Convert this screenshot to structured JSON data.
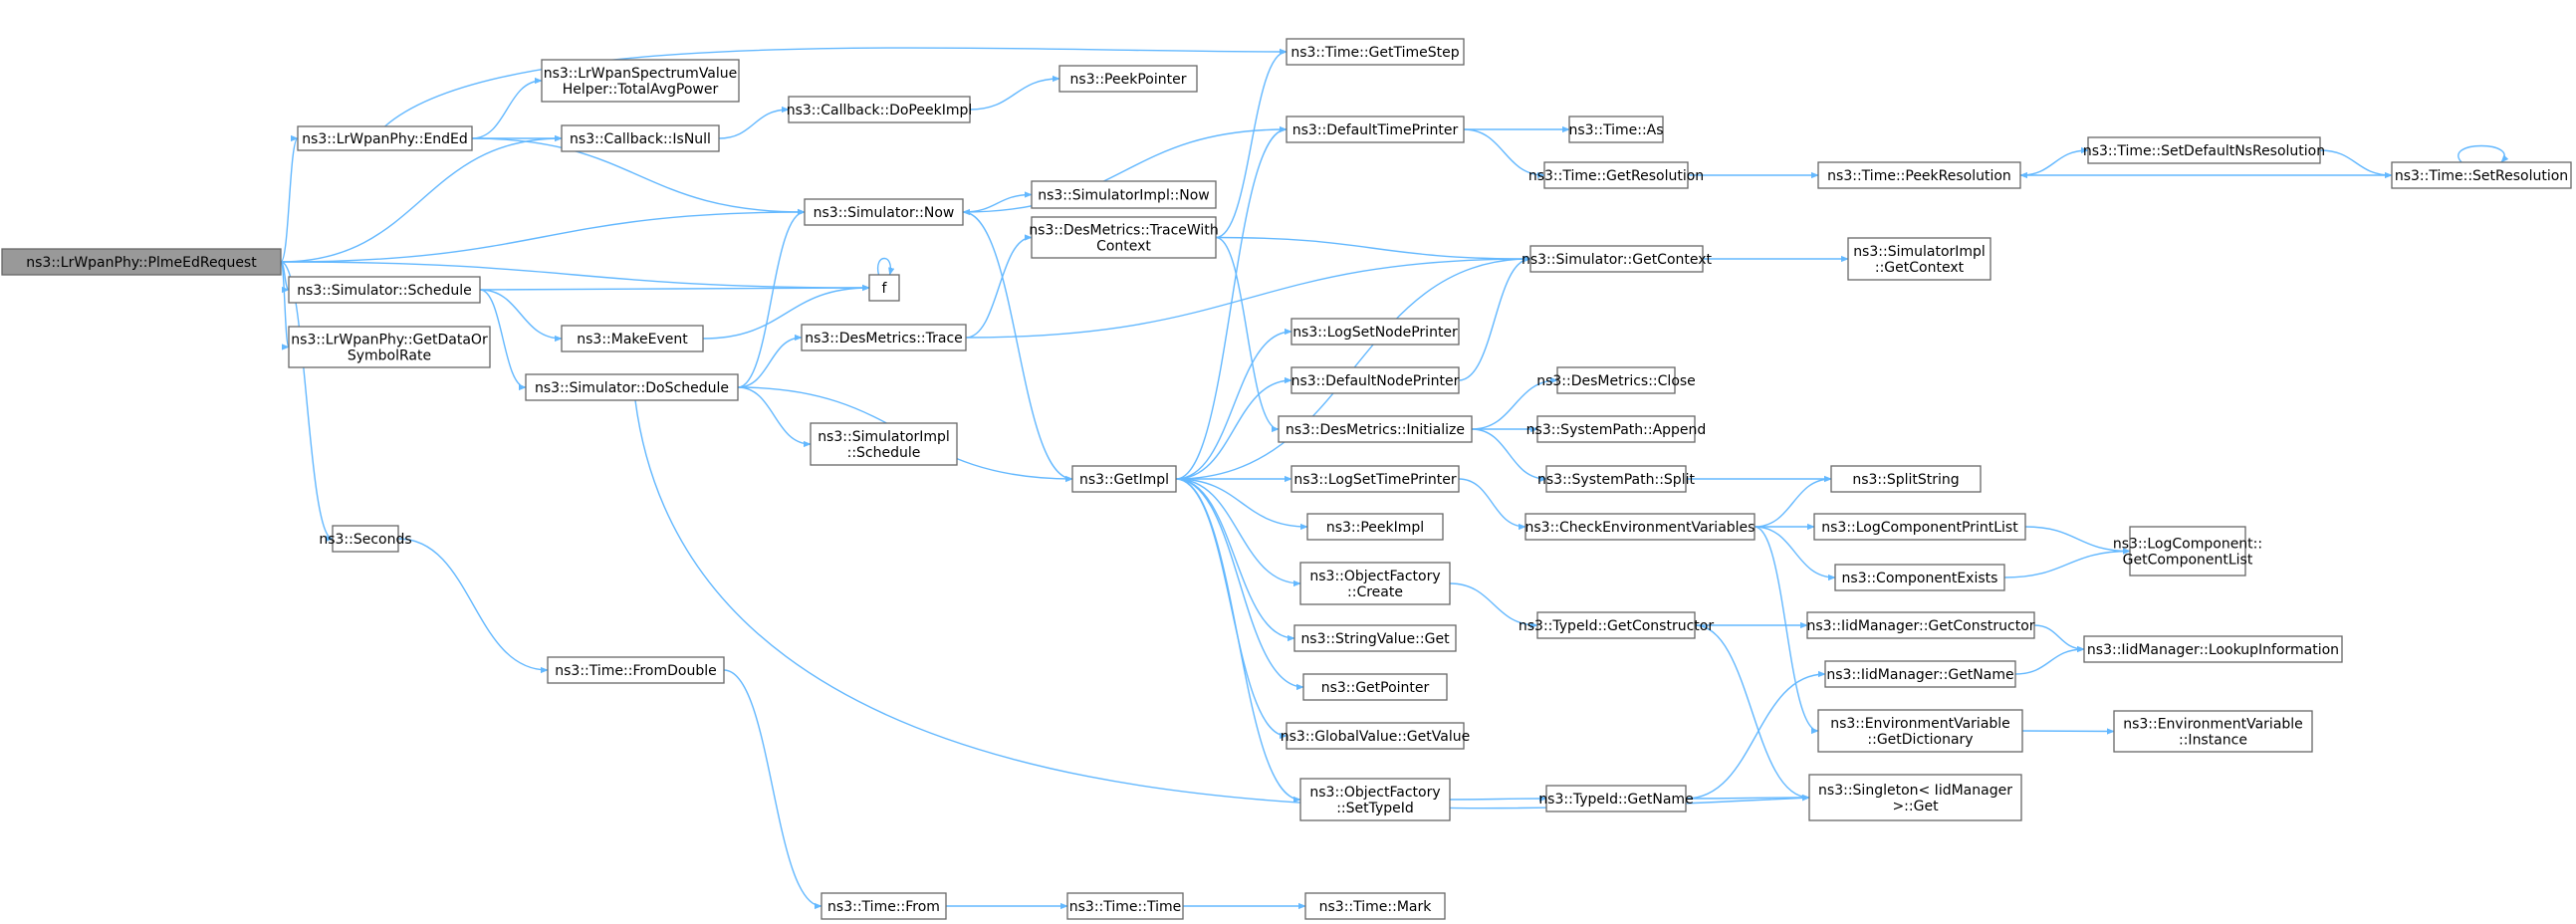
{
  "diagram": {
    "type": "call-graph",
    "edge_color": "#63b8ff",
    "node_border_color": "#666666",
    "root_fill_color": "#999999",
    "nodes": [
      {
        "id": "root",
        "lines": [
          "ns3::LrWpanPhy::PlmeEdRequest"
        ]
      },
      {
        "id": "endEd",
        "lines": [
          "ns3::LrWpanPhy::EndEd"
        ]
      },
      {
        "id": "specHelper",
        "lines": [
          "ns3::LrWpanSpectrumValue",
          "Helper::TotalAvgPower"
        ]
      },
      {
        "id": "cbIsNull",
        "lines": [
          "ns3::Callback::IsNull"
        ]
      },
      {
        "id": "cbDoPeek",
        "lines": [
          "ns3::Callback::DoPeekImpl"
        ]
      },
      {
        "id": "peekPointer",
        "lines": [
          "ns3::PeekPointer"
        ]
      },
      {
        "id": "timeStep",
        "lines": [
          "ns3::Time::GetTimeStep"
        ]
      },
      {
        "id": "simNow",
        "lines": [
          "ns3::Simulator::Now"
        ]
      },
      {
        "id": "simImplNow",
        "lines": [
          "ns3::SimulatorImpl::Now"
        ]
      },
      {
        "id": "defTimePrinter",
        "lines": [
          "ns3::DefaultTimePrinter"
        ]
      },
      {
        "id": "timeAs",
        "lines": [
          "ns3::Time::As"
        ]
      },
      {
        "id": "timeGetRes",
        "lines": [
          "ns3::Time::GetResolution"
        ]
      },
      {
        "id": "timePeekRes",
        "lines": [
          "ns3::Time::PeekResolution"
        ]
      },
      {
        "id": "timeSetDefNs",
        "lines": [
          "ns3::Time::SetDefaultNsResolution"
        ]
      },
      {
        "id": "timeSetRes",
        "lines": [
          "ns3::Time::SetResolution"
        ]
      },
      {
        "id": "desTraceCtx",
        "lines": [
          "ns3::DesMetrics::TraceWith",
          "Context"
        ]
      },
      {
        "id": "simGetCtx",
        "lines": [
          "ns3::Simulator::GetContext"
        ]
      },
      {
        "id": "simImplGetCtx",
        "lines": [
          "ns3::SimulatorImpl",
          "::GetContext"
        ]
      },
      {
        "id": "simSchedule",
        "lines": [
          "ns3::Simulator::Schedule"
        ]
      },
      {
        "id": "f",
        "lines": [
          "f"
        ]
      },
      {
        "id": "getDataRate",
        "lines": [
          "ns3::LrWpanPhy::GetDataOr",
          "SymbolRate"
        ]
      },
      {
        "id": "makeEvent",
        "lines": [
          "ns3::MakeEvent"
        ]
      },
      {
        "id": "desTrace",
        "lines": [
          "ns3::DesMetrics::Trace"
        ]
      },
      {
        "id": "simDoSched",
        "lines": [
          "ns3::Simulator::DoSchedule"
        ]
      },
      {
        "id": "logSetNode",
        "lines": [
          "ns3::LogSetNodePrinter"
        ]
      },
      {
        "id": "defNodePrinter",
        "lines": [
          "ns3::DefaultNodePrinter"
        ]
      },
      {
        "id": "desClose",
        "lines": [
          "ns3::DesMetrics::Close"
        ]
      },
      {
        "id": "desInit",
        "lines": [
          "ns3::DesMetrics::Initialize"
        ]
      },
      {
        "id": "sysAppend",
        "lines": [
          "ns3::SystemPath::Append"
        ]
      },
      {
        "id": "simImplSched",
        "lines": [
          "ns3::SimulatorImpl",
          "::Schedule"
        ]
      },
      {
        "id": "getImpl",
        "lines": [
          "ns3::GetImpl"
        ]
      },
      {
        "id": "logSetTime",
        "lines": [
          "ns3::LogSetTimePrinter"
        ]
      },
      {
        "id": "sysSplit",
        "lines": [
          "ns3::SystemPath::Split"
        ]
      },
      {
        "id": "splitString",
        "lines": [
          "ns3::SplitString"
        ]
      },
      {
        "id": "seconds",
        "lines": [
          "ns3::Seconds"
        ]
      },
      {
        "id": "peekImpl",
        "lines": [
          "ns3::PeekImpl"
        ]
      },
      {
        "id": "checkEnv",
        "lines": [
          "ns3::CheckEnvironmentVariables"
        ]
      },
      {
        "id": "logCompPrint",
        "lines": [
          "ns3::LogComponentPrintList"
        ]
      },
      {
        "id": "compExists",
        "lines": [
          "ns3::ComponentExists"
        ]
      },
      {
        "id": "logCompList",
        "lines": [
          "ns3::LogComponent::",
          "GetComponentList"
        ]
      },
      {
        "id": "objFactCreate",
        "lines": [
          "ns3::ObjectFactory",
          "::Create"
        ]
      },
      {
        "id": "typeIdGetCtor",
        "lines": [
          "ns3::TypeId::GetConstructor"
        ]
      },
      {
        "id": "iidGetCtor",
        "lines": [
          "ns3::IidManager::GetConstructor"
        ]
      },
      {
        "id": "iidLookup",
        "lines": [
          "ns3::IidManager::LookupInformation"
        ]
      },
      {
        "id": "stringValueGet",
        "lines": [
          "ns3::StringValue::Get"
        ]
      },
      {
        "id": "timeFromDouble",
        "lines": [
          "ns3::Time::FromDouble"
        ]
      },
      {
        "id": "iidGetName",
        "lines": [
          "ns3::IidManager::GetName"
        ]
      },
      {
        "id": "getPointer",
        "lines": [
          "ns3::GetPointer"
        ]
      },
      {
        "id": "envGetDict",
        "lines": [
          "ns3::EnvironmentVariable",
          "::GetDictionary"
        ]
      },
      {
        "id": "envInstance",
        "lines": [
          "ns3::EnvironmentVariable",
          "::Instance"
        ]
      },
      {
        "id": "globalGetValue",
        "lines": [
          "ns3::GlobalValue::GetValue"
        ]
      },
      {
        "id": "objFactSetTypeId",
        "lines": [
          "ns3::ObjectFactory",
          "::SetTypeId"
        ]
      },
      {
        "id": "typeIdGetName",
        "lines": [
          "ns3::TypeId::GetName"
        ]
      },
      {
        "id": "singletonGet",
        "lines": [
          "ns3::Singleton< IidManager",
          " >::Get"
        ]
      },
      {
        "id": "timeFrom",
        "lines": [
          "ns3::Time::From"
        ]
      },
      {
        "id": "timeTime",
        "lines": [
          "ns3::Time::Time"
        ]
      },
      {
        "id": "timeMark",
        "lines": [
          "ns3::Time::Mark"
        ]
      }
    ]
  }
}
